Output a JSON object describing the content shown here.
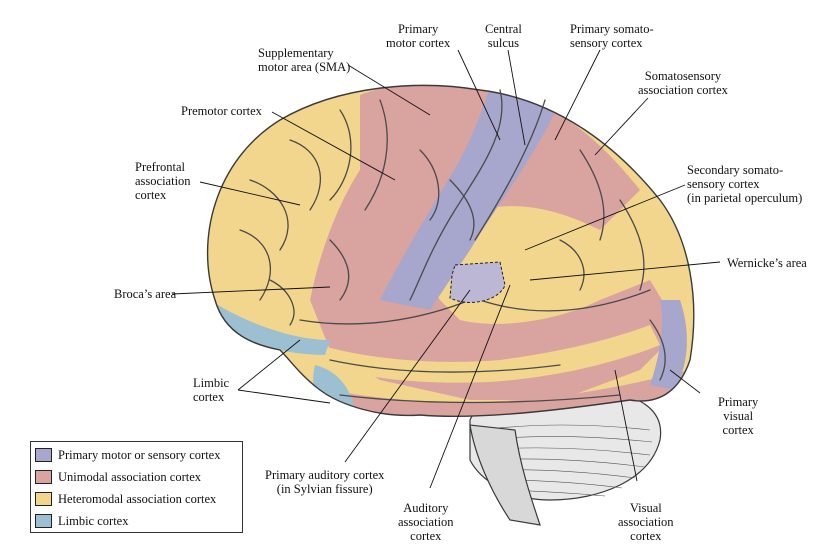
{
  "colors": {
    "primary": "#a7a6cc",
    "unimodal": "#d9a3a0",
    "heteromodal": "#f2d68d",
    "limbic": "#9cc0d2",
    "cerebellum": "#e6e6e6",
    "outline": "#3a3a3a"
  },
  "labels": {
    "primary_motor": "Primary\nmotor cortex",
    "central_sulcus": "Central\nsulcus",
    "primary_somatosensory": "Primary somato-\nsensory cortex",
    "sma": "Supplementary\nmotor area (SMA)",
    "somatosensory_assoc": "Somatosensory\nassociation cortex",
    "premotor": "Premotor cortex",
    "prefrontal": "Prefrontal\nassociation\ncortex",
    "secondary_somatosensory": "Secondary somato-\nsensory cortex\n(in parietal operculum)",
    "wernicke": "Wernicke’s area",
    "broca": "Broca’s area",
    "limbic": "Limbic\ncortex",
    "primary_visual": "Primary\nvisual\ncortex",
    "primary_auditory": "Primary auditory cortex\n(in Sylvian fissure)",
    "auditory_assoc": "Auditory\nassociation\ncortex",
    "visual_assoc": "Visual\nassociation\ncortex"
  },
  "legend": {
    "items": [
      {
        "label": "Primary motor or sensory cortex",
        "color": "#a7a6cc"
      },
      {
        "label": "Unimodal association cortex",
        "color": "#d9a3a0"
      },
      {
        "label": "Heteromodal association cortex",
        "color": "#f2d68d"
      },
      {
        "label": "Limbic cortex",
        "color": "#9cc0d2"
      }
    ]
  }
}
